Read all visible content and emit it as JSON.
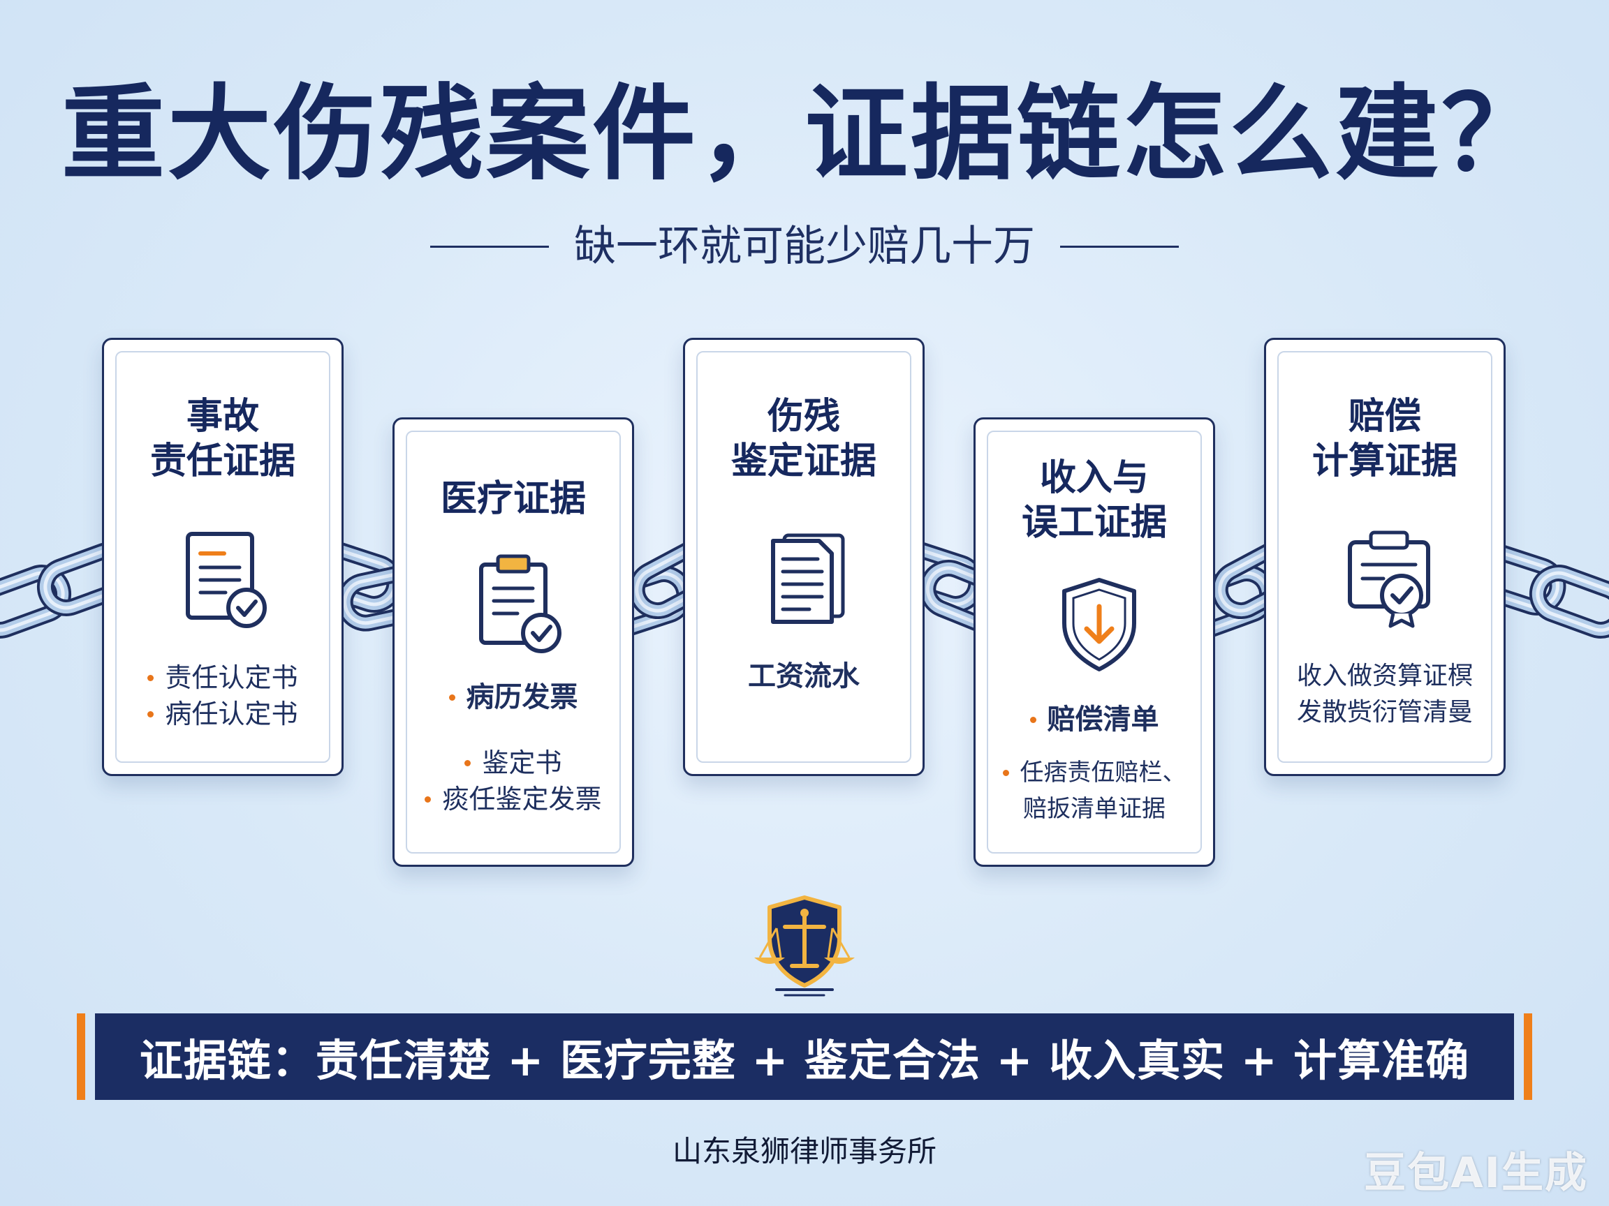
{
  "title": "重大伤残案件，证据链怎么建？",
  "subtitle": "缺一环就可能少赔几十万",
  "cards": [
    {
      "title_lines": [
        "事故",
        "责任证据"
      ],
      "icon": "document-check-icon",
      "items": [
        {
          "text": "责任认定书",
          "bullet": true
        },
        {
          "text": "病任认定书",
          "bullet": true
        }
      ]
    },
    {
      "title_lines": [
        "医疗证据"
      ],
      "icon": "clipboard-check-icon",
      "items": [
        {
          "text": "病历发票",
          "bullet": true,
          "bold": true
        },
        {
          "text": "鉴定书",
          "bullet": true
        },
        {
          "text": "痰任鉴定发票",
          "bullet": true
        }
      ]
    },
    {
      "title_lines": [
        "伤残",
        "鉴定证据"
      ],
      "icon": "report-document-icon",
      "items": [
        {
          "text": "工资流水",
          "bullet": false
        }
      ]
    },
    {
      "title_lines": [
        "收入与",
        "误工证据"
      ],
      "icon": "shield-download-icon",
      "items": [
        {
          "text": "赔偿清单",
          "bullet": true,
          "bold": true
        },
        {
          "text": "任痞责伍赔栏、",
          "bullet": true
        },
        {
          "text": "赔扳清单证据",
          "bullet": false
        }
      ]
    },
    {
      "title_lines": [
        "赔偿",
        "计算证据"
      ],
      "icon": "clipboard-seal-icon",
      "items": [
        {
          "text": "收入做资算证榠",
          "bullet": false
        },
        {
          "text": "发散赀衍管清曼",
          "bullet": false
        }
      ]
    }
  ],
  "emblem": "justice-scale-shield-icon",
  "banner": "证据链：责任清楚 + 医疗完整 + 鉴定合法 + 收入真实 + 计算准确",
  "firm": "山东泉狮律师事务所",
  "watermark": "豆包AI生成",
  "colors": {
    "navy": "#1b2d63",
    "accent_orange": "#ef7f1a",
    "chain_blue": "#aec8e8",
    "background": "#d9e9f8"
  }
}
